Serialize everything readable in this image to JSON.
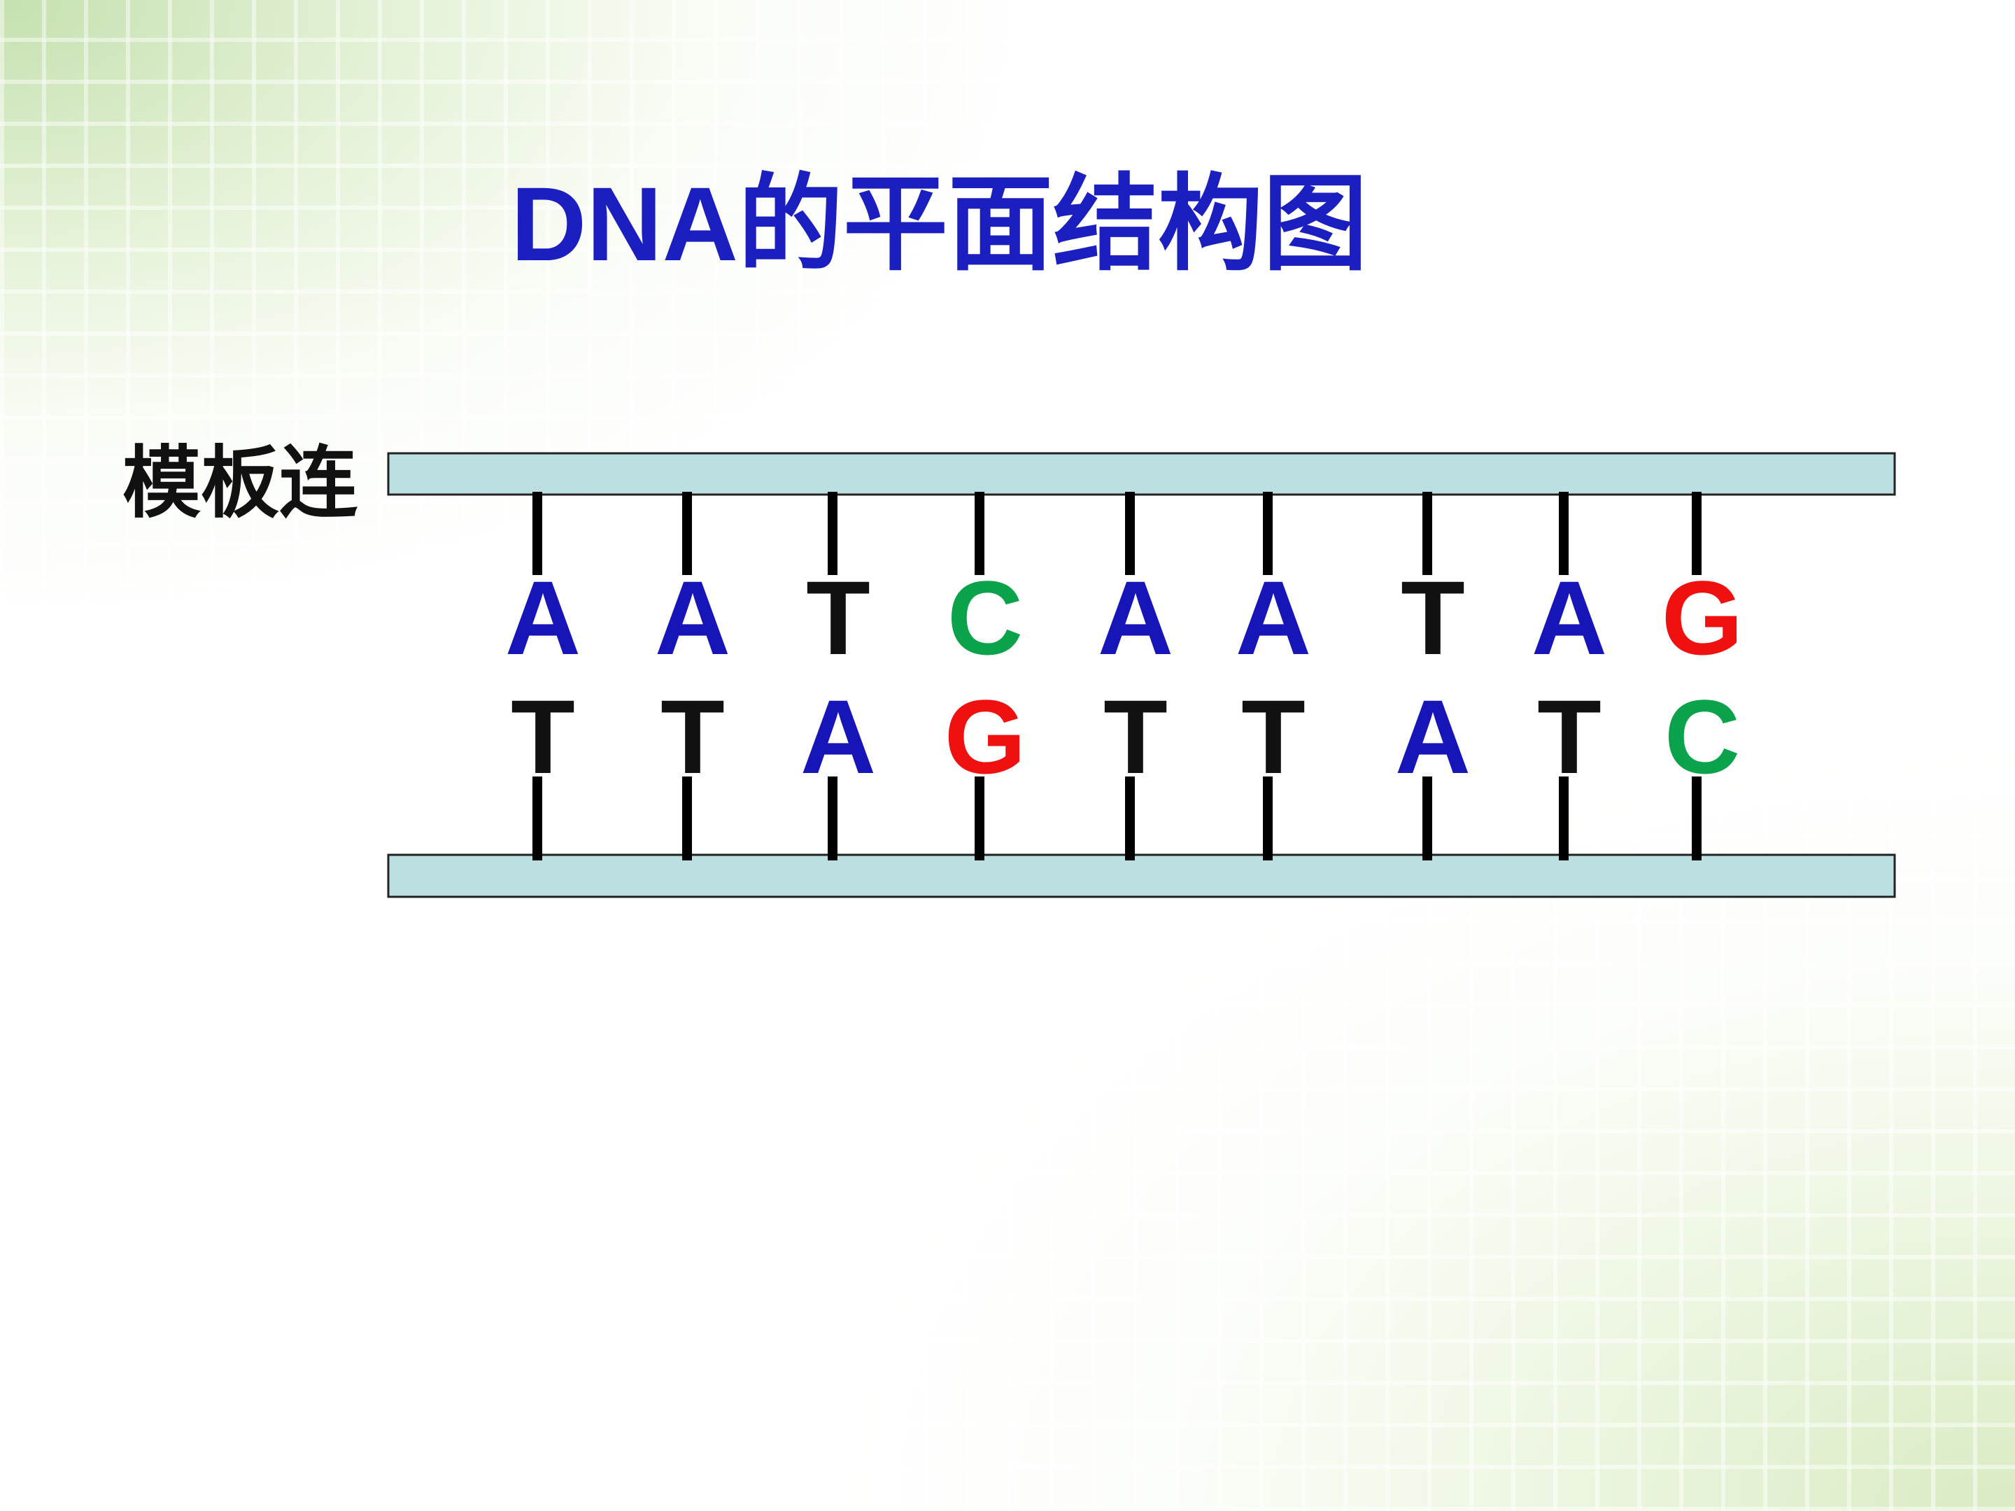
{
  "title": {
    "text": "DNA的平面结构图",
    "color": "#1c1fc0"
  },
  "strand_label": "模板连",
  "colors": {
    "strand_fill": "#bce0e2",
    "strand_stroke": "#222222",
    "bond": "#000000",
    "A": "#1515b8",
    "T": "#111111",
    "C": "#0aa24a",
    "G": "#f01010"
  },
  "base_pairs": [
    {
      "top": "A",
      "bottom": "T"
    },
    {
      "top": "A",
      "bottom": "T"
    },
    {
      "top": "T",
      "bottom": "A"
    },
    {
      "top": "C",
      "bottom": "G"
    },
    {
      "top": "A",
      "bottom": "T"
    },
    {
      "top": "A",
      "bottom": "T"
    },
    {
      "top": "T",
      "bottom": "A"
    },
    {
      "top": "A",
      "bottom": "T"
    },
    {
      "top": "G",
      "bottom": "C"
    }
  ]
}
